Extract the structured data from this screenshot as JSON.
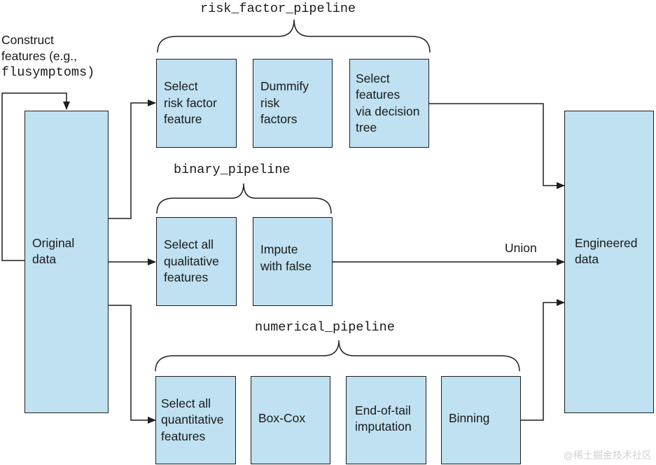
{
  "construct_note": {
    "line1": "Construct",
    "line2": "features (e.g.,",
    "line3_code": "flusymptoms)"
  },
  "original": {
    "label": "Original\ndata"
  },
  "engineered": {
    "label": "Engineered\ndata"
  },
  "union_label": "Union",
  "pipelines": {
    "risk": {
      "name": "risk_factor_pipeline",
      "steps": [
        "Select\nrisk factor\nfeature",
        "Dummify\nrisk\nfactors",
        "Select\nfeatures\nvia decision\ntree"
      ]
    },
    "binary": {
      "name": "binary_pipeline",
      "steps": [
        "Select all\nqualitative\nfeatures",
        "Impute\nwith false"
      ]
    },
    "numerical": {
      "name": "numerical_pipeline",
      "steps": [
        "Select all\nquantitative\nfeatures",
        "Box-Cox",
        "End-of-tail\nimputation",
        "Binning"
      ]
    }
  },
  "watermark": "@稀土掘金技术社区",
  "colors": {
    "box_fill": "#bfe1f1",
    "stroke": "#1f1f1f"
  }
}
